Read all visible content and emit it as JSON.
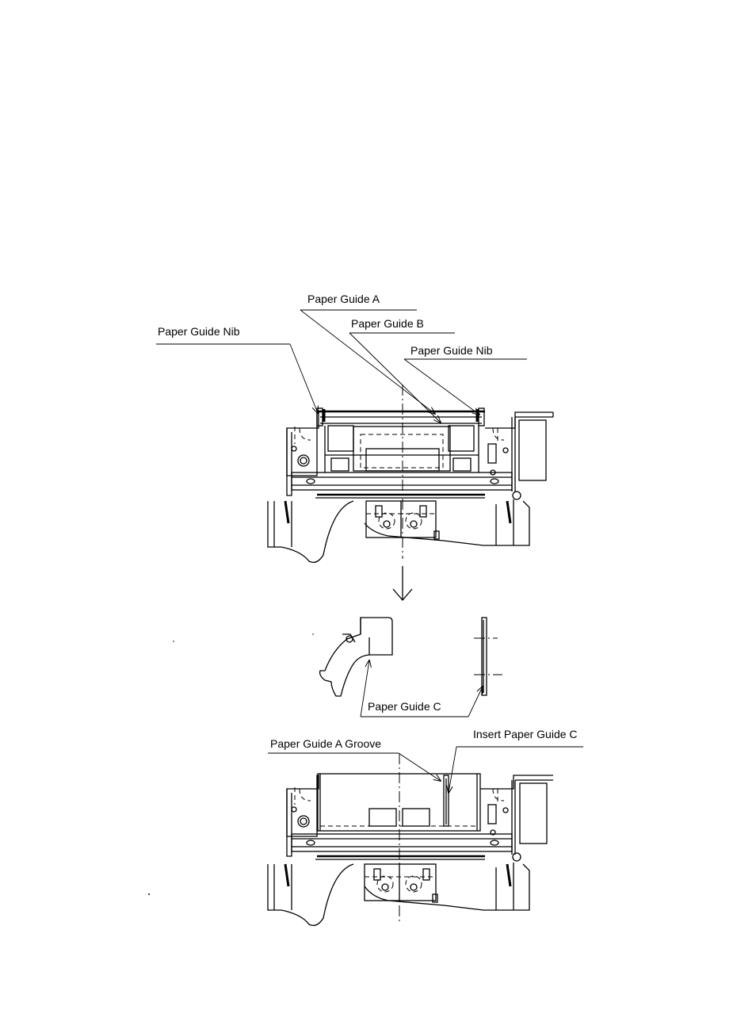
{
  "labels": {
    "paper_guide_a": "Paper Guide A",
    "paper_guide_b": "Paper Guide B",
    "paper_guide_nib_left": "Paper Guide Nib",
    "paper_guide_nib_right": "Paper Guide Nib",
    "paper_guide_c": "Paper Guide C",
    "paper_guide_a_groove": "Paper Guide A Groove",
    "insert_paper_guide_c": "Insert Paper Guide C"
  }
}
